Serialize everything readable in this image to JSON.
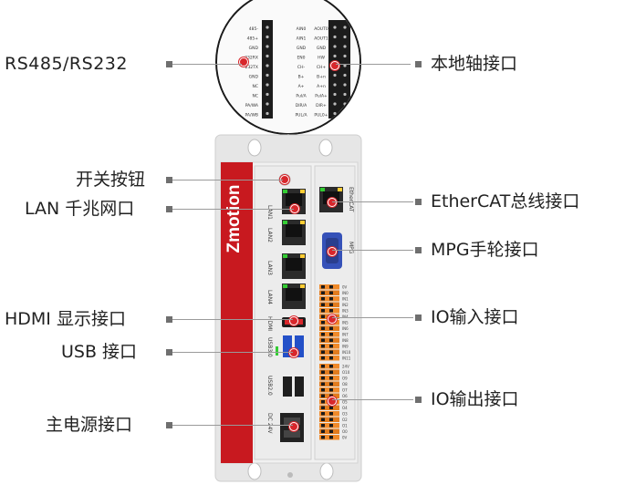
{
  "colors": {
    "brand_red": "#c8191f",
    "panel": "#e9e9e9",
    "dark": "#2a2a2a"
  },
  "brand": "Zmotion",
  "labels": {
    "rs485": "RS485/RS232",
    "local_axis": "本地轴接口",
    "power_switch": "开关按钮",
    "lan": "LAN 千兆网口",
    "ethercat": "EtherCAT总线接口",
    "mpg": "MPG手轮接口",
    "hdmi": "HDMI 显示接口",
    "io_in": "IO输入接口",
    "usb": "USB 接口",
    "io_out": "IO输出接口",
    "power": "主电源接口"
  },
  "ports": {
    "lan1": "LAN1",
    "lan2": "LAN2",
    "lan3": "LAN3",
    "lan4": "LAN4",
    "hdmi": "HDMI",
    "usb30": "USB3.0",
    "usb20": "USB2.0",
    "dc24v": "DC 24V",
    "ethercat": "EtherCAT",
    "mpg": "MPG"
  },
  "pinout_left": [
    "485-",
    "485+",
    "GND",
    "232RX",
    "232TX",
    "GND",
    "NC",
    "NC",
    "PA/WA",
    "PA/WB"
  ],
  "pinout_mid": [
    "AIN0",
    "AIN1",
    "GND",
    "EN0",
    "CH-",
    "B+",
    "A+",
    "Pul/A",
    "DIR/A",
    "PUL/A"
  ],
  "pinout_right": [
    "AOUT0",
    "AOUT1",
    "GND",
    "HW",
    "CH+",
    "B+n",
    "A+n",
    "PulA+",
    "DIR+",
    "PUL0+"
  ],
  "io_in_pins": [
    "0V",
    "IN0",
    "IN1",
    "IN2",
    "IN3",
    "IN4",
    "IN5",
    "IN6",
    "IN7",
    "IN8",
    "IN9",
    "IN10",
    "IN11"
  ],
  "io_out_pins": [
    "24V",
    "O10",
    "O9",
    "O8",
    "O7",
    "O6",
    "O5",
    "O4",
    "O3",
    "O2",
    "O1",
    "O0",
    "0V"
  ]
}
